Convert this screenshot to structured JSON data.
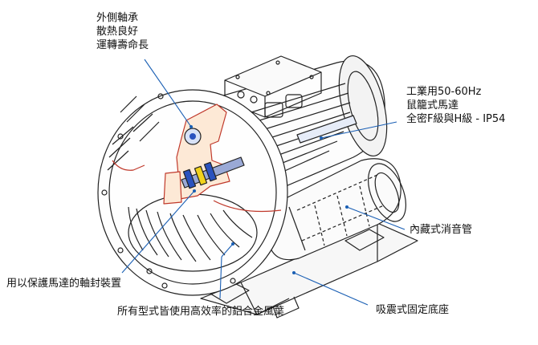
{
  "callouts": {
    "bearing": [
      "外側軸承",
      "散熱良好",
      "運轉壽命長"
    ],
    "motor": [
      "工業用50-60Hz",
      "鼠籠式馬達",
      "全密F級與H級 - IP54"
    ],
    "silencer": "內藏式消音管",
    "seal": "用以保護馬達的軸封裝置",
    "base": "吸震式固定底座",
    "impeller": "所有型式皆使用高效率的鋁合金風葉"
  },
  "colors": {
    "leader": "#1a5fb4",
    "outline": "#222222",
    "shaft_highlight": "#2a52be",
    "seal_yellow": "#f2d21b",
    "cutaway_red": "#c0392b"
  }
}
